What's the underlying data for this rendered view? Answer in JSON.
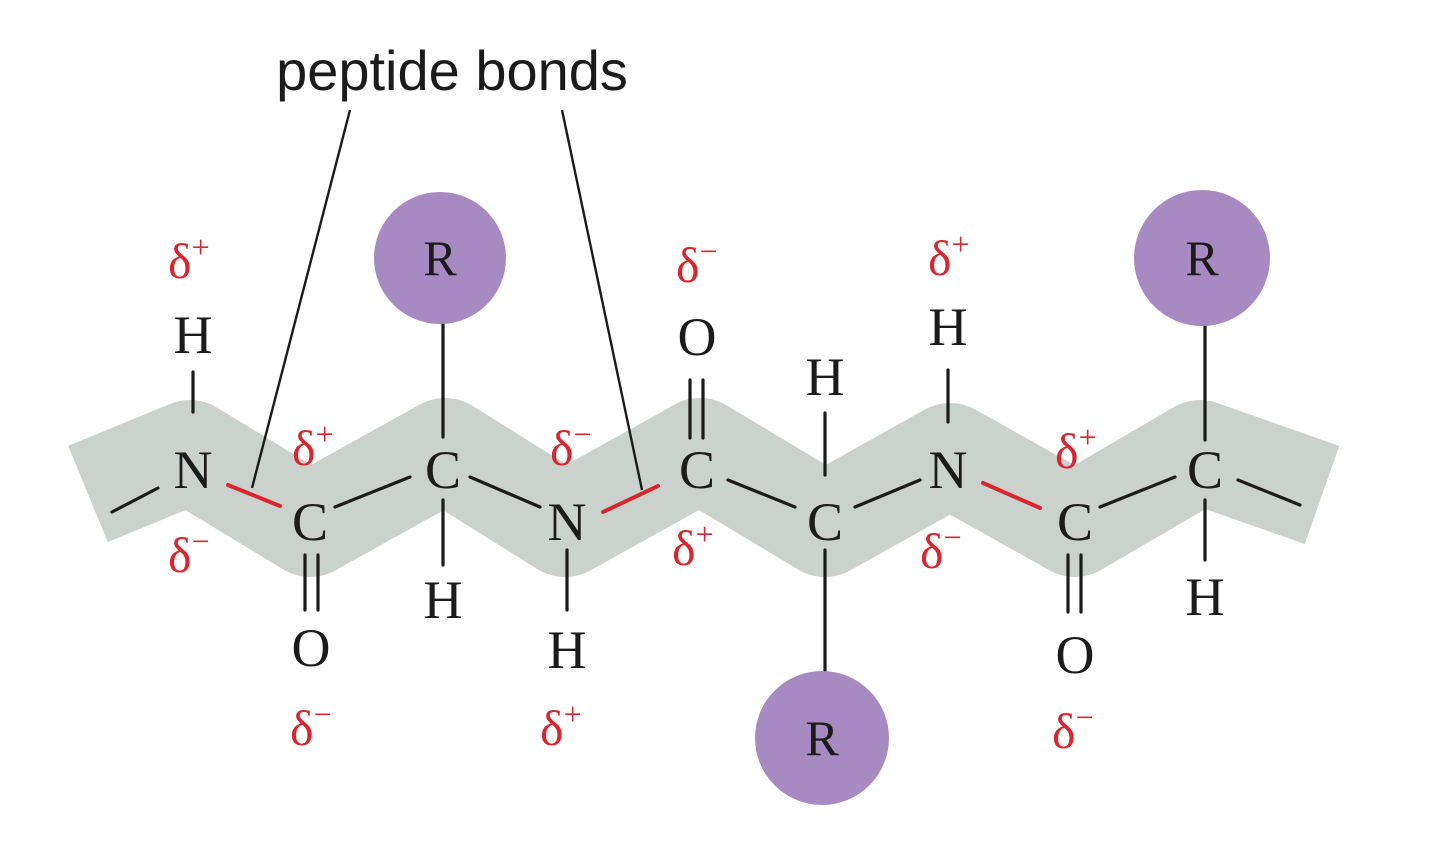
{
  "caption": "peptide bonds",
  "atoms": {
    "N": "N",
    "C": "C",
    "H": "H",
    "O": "O",
    "R": "R"
  },
  "charges": {
    "delta": "δ",
    "plus": "+",
    "minus": "−"
  },
  "colors": {
    "partial_charge": "#d9262e",
    "peptide_bond": "#d9262e",
    "backbone_ribbon": "#cbd1cd",
    "side_chain": "#a88ac3",
    "atoms_and_bonds": "#1b1b1b"
  },
  "icons": {
    "side_chain": "purple-circle"
  }
}
